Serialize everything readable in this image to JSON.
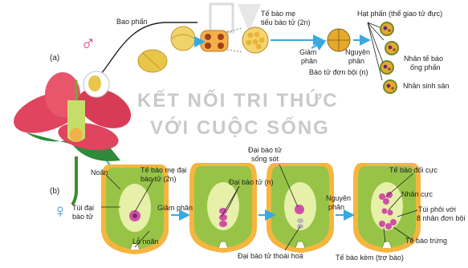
{
  "panels": {
    "a": "(a)",
    "b": "(b)"
  },
  "watermark": {
    "logo": "KN",
    "line1": "KẾT NỐI TRI THỨC",
    "line2": "VỚI CUỘC SỐNG"
  },
  "symbols": {
    "male": "♂",
    "female": "♀"
  },
  "male_labels": {
    "anther": "Bao phấn",
    "mother_cell_1": "Tế bào mẹ",
    "mother_cell_2": "tiểu bào tử (2n)",
    "meiosis_1": "Giảm",
    "meiosis_2": "phân",
    "mitosis_1": "Nguyên",
    "mitosis_2": "phân",
    "microspores": "Bào tử đơn bội (n)",
    "pollen": "Hạt phấn (thể giao tử đực)",
    "tube_nucleus_1": "Nhân tế bào",
    "tube_nucleus_2": "ống phấn",
    "generative_nucleus": "Nhân sinh sản"
  },
  "female_labels": {
    "ovule": "Noãn",
    "megaspore_mother_1": "Tế bào mẹ đại",
    "megaspore_mother_2": "bào tử (2n)",
    "megasporangium_1": "Túi đại",
    "megasporangium_2": "bào tử",
    "micropyle": "Lỗ noãn",
    "meiosis": "Giảm phân",
    "megaspores": "Đại bào tử (n)",
    "surviving_1": "Đại bào tử",
    "surviving_2": "sống sót",
    "degenerating": "Đại bào tử thoái hoá",
    "mitosis_1": "Nguyên",
    "mitosis_2": "phân",
    "antipodal": "Tế bào đối cực",
    "polar_nuclei": "Nhân cực",
    "embryo_sac_1": "Túi phôi với",
    "embryo_sac_2": "8 nhân đơn bội",
    "egg": "Tế bào trứng",
    "synergids": "Tế bào kèm (trợ bào)"
  },
  "colors": {
    "arrow": "#38a9e0",
    "petal": "#e0445e",
    "ovule_outer": "#f5b53e",
    "ovule_wall": "#97c447",
    "nucellus": "#e6f0a8",
    "nucleus": "#d04fa6"
  }
}
